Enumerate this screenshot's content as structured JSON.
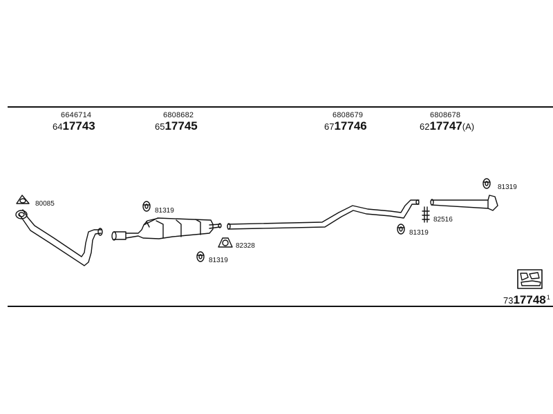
{
  "parts": [
    {
      "oe": "6646714",
      "prefix": "64",
      "main": "17743",
      "suffix": ""
    },
    {
      "oe": "6808682",
      "prefix": "65",
      "main": "17745",
      "suffix": ""
    },
    {
      "oe": "6808679",
      "prefix": "67",
      "main": "17746",
      "suffix": ""
    },
    {
      "oe": "6808678",
      "prefix": "62",
      "main": "17747",
      "suffix": "(A)"
    }
  ],
  "accessories": {
    "gasket_front": "80085",
    "hanger_a": "81319",
    "hanger_b": "81319",
    "clamp": "82328",
    "hanger_c": "81319",
    "bolt": "82516",
    "hanger_d": "81319"
  },
  "kit": {
    "prefix": "73",
    "main": "17748",
    "superscript": "1"
  },
  "colors": {
    "ink": "#111111",
    "pipe_fill": "#ffffff"
  }
}
